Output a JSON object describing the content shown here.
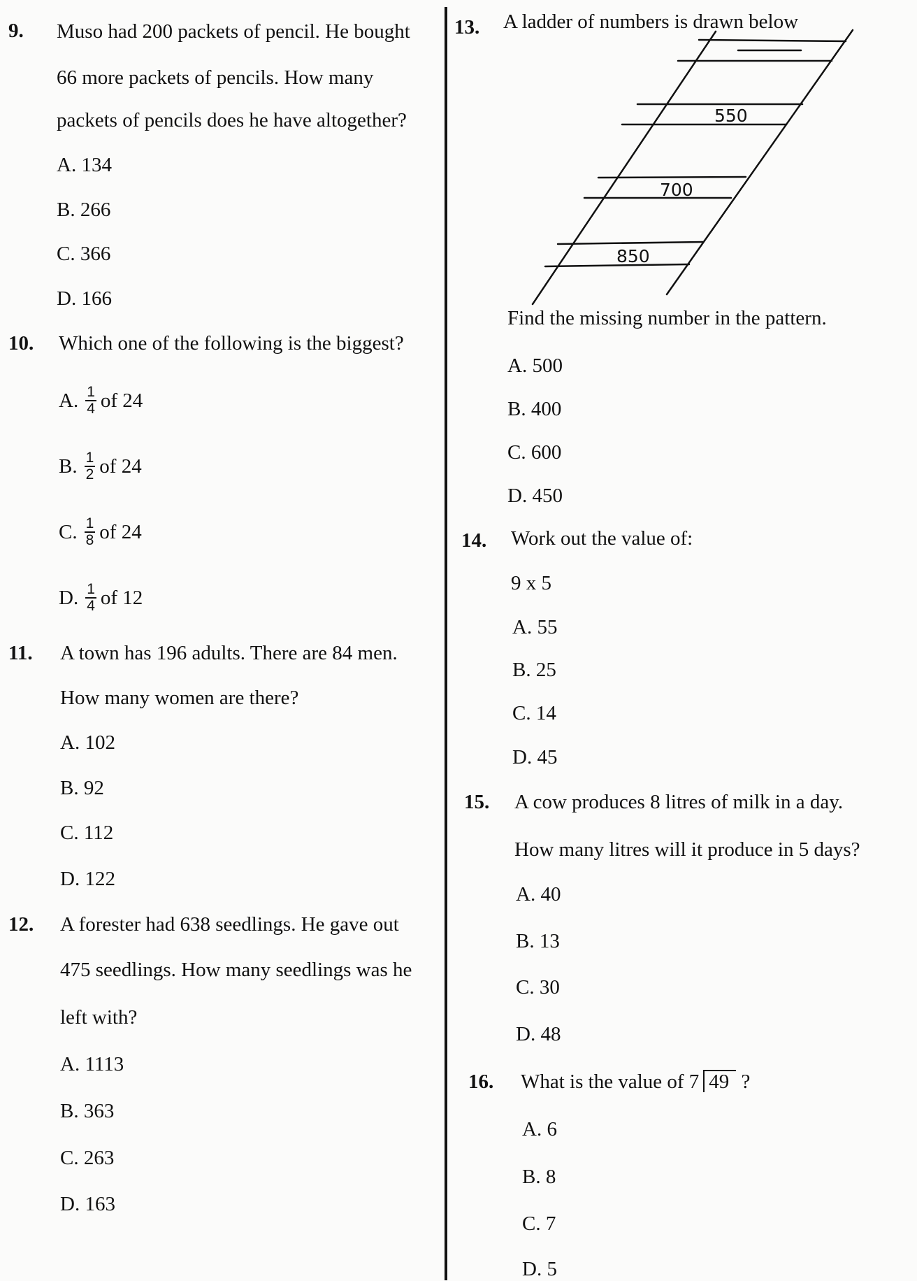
{
  "q9": {
    "num": "9.",
    "lines": [
      "Muso had 200 packets of pencil. He bought",
      "66 more packets of pencils. How many",
      "packets of pencils does he have altogether?"
    ],
    "options": [
      "A. 134",
      "B. 266",
      "C. 366",
      "D. 166"
    ]
  },
  "q10": {
    "num": "10.",
    "text": "Which one of the following is the biggest?",
    "options": [
      {
        "letter": "A.",
        "n": "1",
        "d": "4",
        "rest": "of 24"
      },
      {
        "letter": "B.",
        "n": "1",
        "d": "2",
        "rest": "of 24"
      },
      {
        "letter": "C.",
        "n": "1",
        "d": "8",
        "rest": "of 24"
      },
      {
        "letter": "D.",
        "n": "1",
        "d": "4",
        "rest": "of 12"
      }
    ]
  },
  "q11": {
    "num": "11.",
    "lines": [
      "A town has 196 adults. There are 84 men.",
      "How many women are there?"
    ],
    "options": [
      "A. 102",
      "B. 92",
      "C. 112",
      "D. 122"
    ]
  },
  "q12": {
    "num": "12.",
    "lines": [
      "A forester had 638 seedlings. He gave out",
      "475 seedlings. How many seedlings was he",
      "left with?"
    ],
    "options": [
      "A. 1113",
      "B. 363",
      "C. 263",
      "D. 163"
    ]
  },
  "q13": {
    "num": "13.",
    "text": "A ladder of numbers is drawn below",
    "rungs": [
      "550",
      "700",
      "850"
    ],
    "prompt": "Find the missing number in the pattern.",
    "options": [
      "A. 500",
      "B. 400",
      "C. 600",
      "D. 450"
    ]
  },
  "q14": {
    "num": "14.",
    "text": "Work out the value of:",
    "expr": "9 x 5",
    "options": [
      "A. 55",
      "B. 25",
      "C. 14",
      "D. 45"
    ]
  },
  "q15": {
    "num": "15.",
    "lines": [
      "A cow produces 8 litres of milk in a day.",
      "How many litres will it produce in 5 days?"
    ],
    "options": [
      "A. 40",
      "B. 13",
      "C. 30",
      "D. 48"
    ]
  },
  "q16": {
    "num": "16.",
    "text_before": "What is the value of 7",
    "dividend": "49",
    "text_after": "?",
    "options": [
      "A. 6",
      "B. 8",
      "C. 7",
      "D. 5"
    ]
  }
}
